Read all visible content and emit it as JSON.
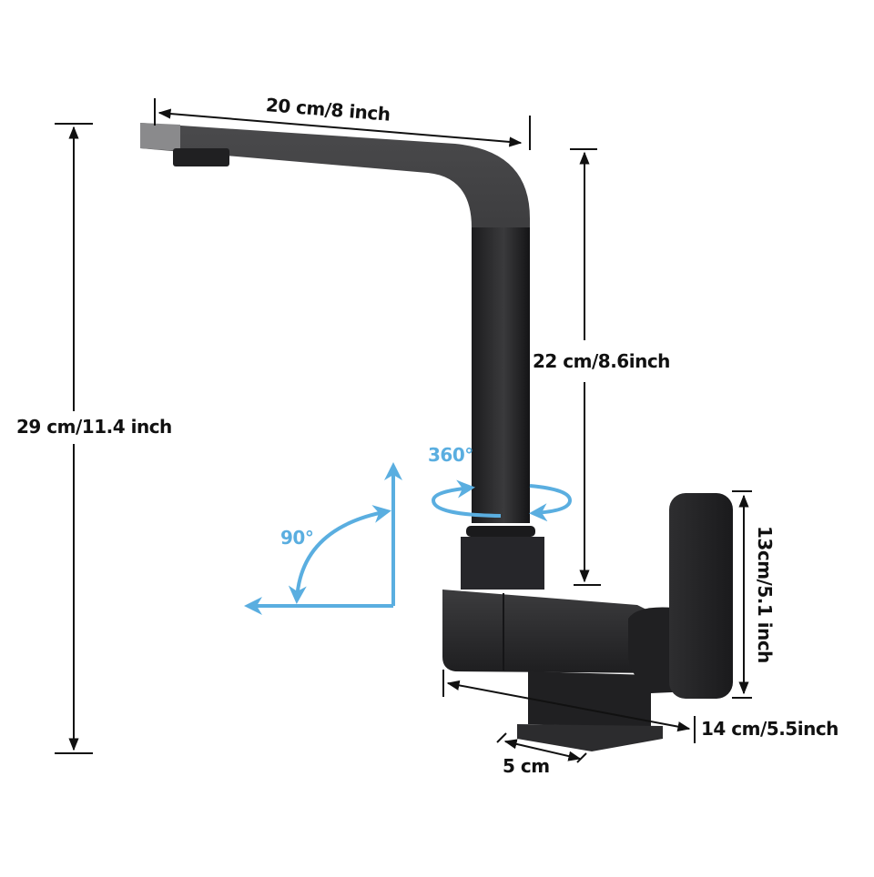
{
  "title": "Kitchen faucet dimensions diagram",
  "colors": {
    "background": "#ffffff",
    "dimension_line": "#111111",
    "rotation_accent": "#5aaee0",
    "faucet_body": "#2a2a2c"
  },
  "dimensions": {
    "spout_length": "20 cm/8 inch",
    "total_height": "29 cm/11.4 inch",
    "spout_height": "22 cm/8.6inch",
    "handle_height": "13cm/5.1 inch",
    "body_length": "14 cm/5.5inch",
    "base_width": "5 cm"
  },
  "rotation": {
    "swivel_angle": "360°",
    "handle_angle": "90°"
  }
}
